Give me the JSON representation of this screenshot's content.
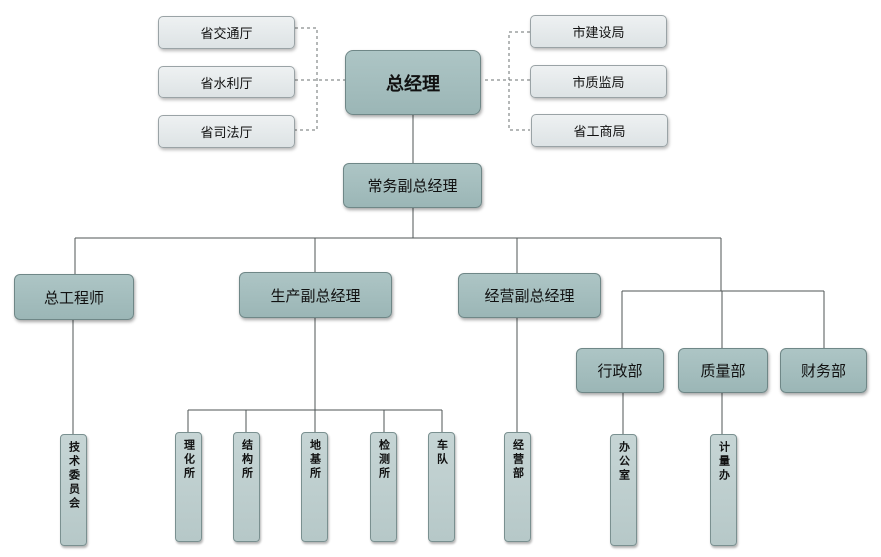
{
  "top": {
    "label": "总经理"
  },
  "left_gov": [
    {
      "label": "省交通厅"
    },
    {
      "label": "省水利厅"
    },
    {
      "label": "省司法厅"
    }
  ],
  "right_gov": [
    {
      "label": "市建设局"
    },
    {
      "label": "市质监局"
    },
    {
      "label": "省工商局"
    }
  ],
  "executive": {
    "label": "常务副总经理"
  },
  "chief_engineer": {
    "label": "总工程师"
  },
  "production": {
    "label": "生产副总经理"
  },
  "business": {
    "label": "经营副总经理"
  },
  "departments": [
    {
      "label": "行政部"
    },
    {
      "label": "质量部"
    },
    {
      "label": "财务部"
    }
  ],
  "units": {
    "tech_committee": "技术委员会",
    "production": [
      "理化所",
      "结构所",
      "地基所",
      "检测所",
      "车队"
    ],
    "business_dept": "经营部",
    "office": "办公室",
    "metering": "计量办"
  }
}
